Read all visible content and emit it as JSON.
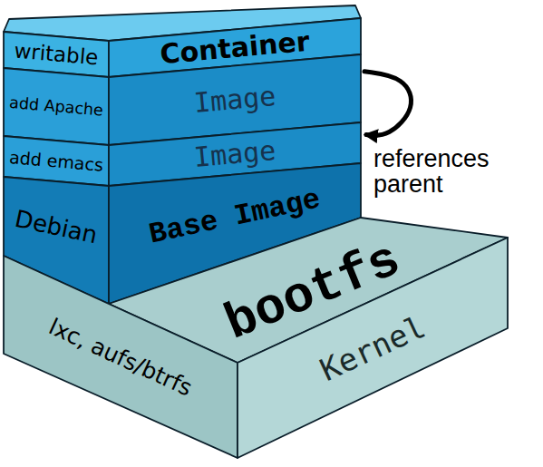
{
  "diagram": {
    "nodes": [
      {
        "text": [
          "writable",
          "Container"
        ]
      },
      {
        "text": [
          "add Apache",
          "Image"
        ]
      },
      {
        "text": [
          "add emacs",
          "Image"
        ]
      },
      {
        "text": [
          "Debian",
          "Base Image"
        ]
      },
      {
        "text": [
          "lxc, aufs/btrfs",
          "bootfs",
          "Kernel"
        ]
      }
    ],
    "edges": [
      {
        "from": 1,
        "to": 2,
        "arrow": "to",
        "label": "references parent"
      }
    ]
  }
}
